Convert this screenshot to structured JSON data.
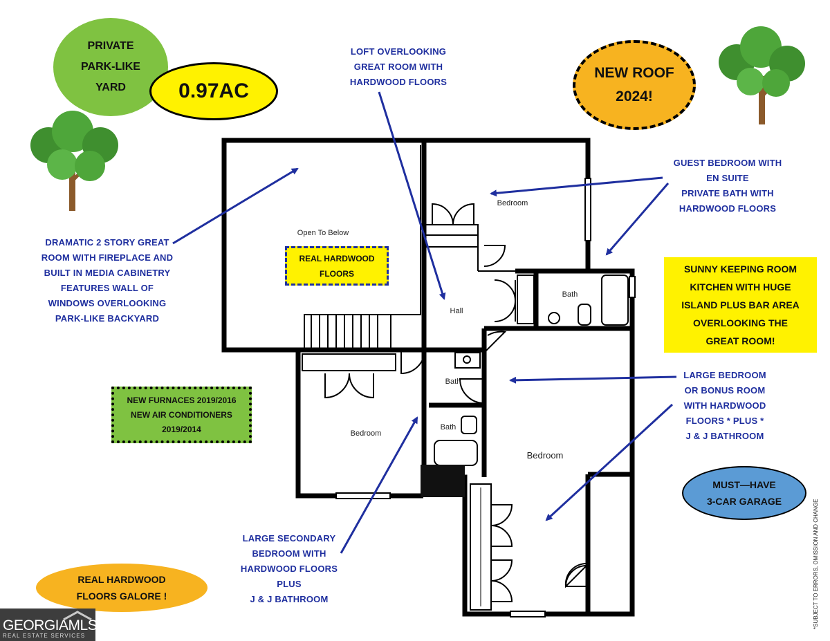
{
  "badges": {
    "private_yard": [
      "PRIVATE",
      "PARK-LIKE",
      "YARD"
    ],
    "acreage": "0.97AC",
    "new_roof": [
      "NEW ROOF",
      "2024!"
    ],
    "keeping_room": [
      "SUNNY KEEPING ROOM",
      "KITCHEN WITH HUGE",
      "ISLAND PLUS BAR AREA",
      "OVERLOOKING THE",
      "GREAT ROOM!"
    ],
    "real_hardwood_floors": [
      "REAL HARDWOOD",
      "FLOORS"
    ],
    "furnaces": [
      "NEW FURNACES 2019/2016",
      "NEW AIR CONDITIONERS",
      "2019/2014"
    ],
    "garage": [
      "MUST—HAVE",
      "3-CAR GARAGE"
    ],
    "floors_galore": [
      "REAL HARDWOOD",
      "FLOORS GALORE !"
    ]
  },
  "callouts": {
    "loft": [
      "LOFT OVERLOOKING",
      "GREAT ROOM WITH",
      "HARDWOOD FLOORS"
    ],
    "guest_bedroom": [
      "GUEST BEDROOM WITH",
      "EN SUITE",
      "PRIVATE BATH WITH",
      "HARDWOOD FLOORS"
    ],
    "great_room": [
      "DRAMATIC 2 STORY GREAT",
      "ROOM WITH FIREPLACE AND",
      "BUILT IN MEDIA CABINETRY",
      "FEATURES WALL OF",
      "WINDOWS OVERLOOKING",
      "PARK-LIKE BACKYARD"
    ],
    "large_bedroom": [
      "LARGE BEDROOM",
      "OR BONUS ROOM",
      "WITH HARDWOOD",
      "FLOORS * PLUS *",
      "J & J BATHROOM"
    ],
    "secondary_bedroom": [
      "LARGE SECONDARY",
      "BEDROOM WITH",
      "HARDWOOD FLOORS",
      "PLUS",
      "J & J BATHROOM"
    ]
  },
  "rooms": {
    "open_to_below": "Open To Below",
    "bedroom_top": "Bedroom",
    "hall": "Hall",
    "bath_top": "Bath",
    "bath_middle": "Bath",
    "bath_lower": "Bath",
    "bedroom_left": "Bedroom",
    "bedroom_main": "Bedroom"
  },
  "disclaimer": "*SUBJECT TO ERRORS, OMISSION AND CHANGE",
  "logo": {
    "main": "GEORGIAMLS",
    "sub": "REAL ESTATE SERVICES"
  },
  "colors": {
    "callout_blue": "#1f2f9f",
    "green": "#7fc241",
    "yellow": "#fff200",
    "orange": "#f7b320",
    "blue_badge": "#5b9bd5",
    "wall": "#000000"
  }
}
